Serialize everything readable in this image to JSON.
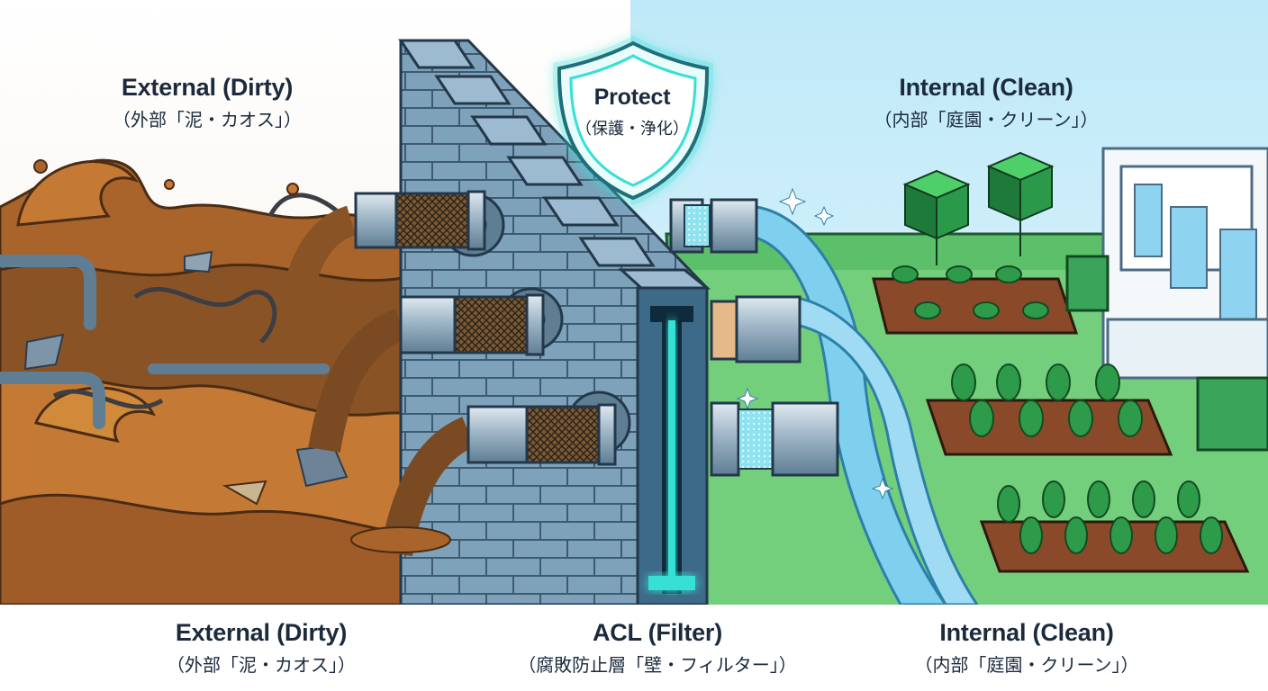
{
  "labels": {
    "top_left": {
      "title": "External (Dirty)",
      "subtitle": "（外部「泥・カオス」）"
    },
    "top_right": {
      "title": "Internal (Clean)",
      "subtitle": "（内部「庭園・クリーン」）"
    },
    "shield": {
      "title": "Protect",
      "subtitle": "（保護・浄化）"
    },
    "bottom_left": {
      "title": "External (Dirty)",
      "subtitle": "（外部「泥・カオス」）"
    },
    "bottom_middle": {
      "title": "ACL (Filter)",
      "subtitle": "（腐敗防止層「壁・フィルター」）"
    },
    "bottom_right": {
      "title": "Internal (Clean)",
      "subtitle": "（内部「庭園・クリーン」）"
    }
  },
  "colors": {
    "mud_dark": "#7a4a22",
    "mud_mid": "#a8642a",
    "mud_light": "#d08a3a",
    "wall": "#6f93ad",
    "wall_light": "#9dbbd0",
    "clean_sky": "#cfeefa",
    "grass": "#5cc06a",
    "water": "#7fd0ef",
    "glow": "#36e0d4",
    "text": "#1b2a3c"
  }
}
